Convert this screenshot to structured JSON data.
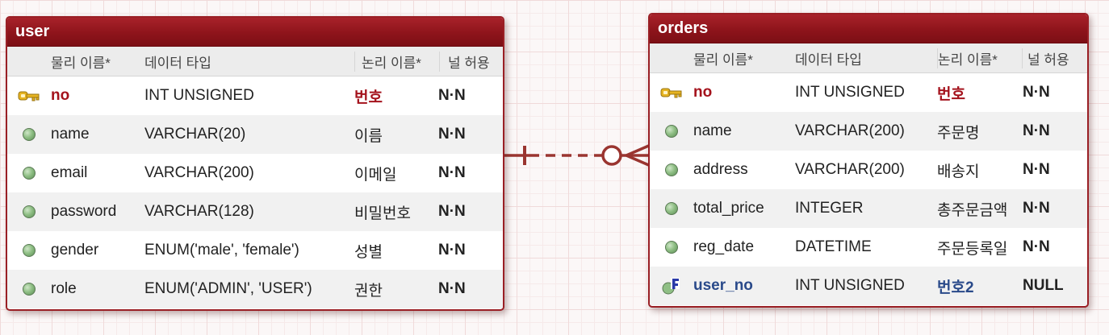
{
  "colors": {
    "header": "#8e141b",
    "pk": "#a4121c",
    "fk": "#2a4a8a",
    "relation": "#9a3530"
  },
  "column_headers": {
    "physical_name": "물리 이름*",
    "data_type": "데이터 타입",
    "logical_name": "논리 이름*",
    "nullable": "널 허용"
  },
  "user": {
    "title": "user",
    "rows": [
      {
        "icon": "primary-key-icon",
        "name": "no",
        "type": "INT UNSIGNED",
        "logical": "번호",
        "null": "N·N"
      },
      {
        "icon": "column-dot-icon",
        "name": "name",
        "type": "VARCHAR(20)",
        "logical": "이름",
        "null": "N·N"
      },
      {
        "icon": "column-dot-icon",
        "name": "email",
        "type": "VARCHAR(200)",
        "logical": "이메일",
        "null": "N·N"
      },
      {
        "icon": "column-dot-icon",
        "name": "password",
        "type": "VARCHAR(128)",
        "logical": "비밀번호",
        "null": "N·N"
      },
      {
        "icon": "column-dot-icon",
        "name": "gender",
        "type": "ENUM('male', 'female')",
        "logical": "성별",
        "null": "N·N"
      },
      {
        "icon": "column-dot-icon",
        "name": "role",
        "type": "ENUM('ADMIN', 'USER')",
        "logical": "권한",
        "null": "N·N"
      }
    ]
  },
  "orders": {
    "title": "orders",
    "rows": [
      {
        "icon": "primary-key-icon",
        "name": "no",
        "type": "INT UNSIGNED",
        "logical": "번호",
        "null": "N·N"
      },
      {
        "icon": "column-dot-icon",
        "name": "name",
        "type": "VARCHAR(200)",
        "logical": "주문명",
        "null": "N·N"
      },
      {
        "icon": "column-dot-icon",
        "name": "address",
        "type": "VARCHAR(200)",
        "logical": "배송지",
        "null": "N·N"
      },
      {
        "icon": "column-dot-icon",
        "name": "total_price",
        "type": "INTEGER",
        "logical": "총주문금액",
        "null": "N·N"
      },
      {
        "icon": "column-dot-icon",
        "name": "reg_date",
        "type": "DATETIME",
        "logical": "주문등록일",
        "null": "N·N"
      },
      {
        "icon": "foreign-key-icon",
        "name": "user_no",
        "type": "INT UNSIGNED",
        "logical": "번호2",
        "null": "NULL"
      }
    ]
  },
  "relation": {
    "from": "user",
    "to": "orders",
    "cardinality": "one-to-zero-or-many"
  }
}
